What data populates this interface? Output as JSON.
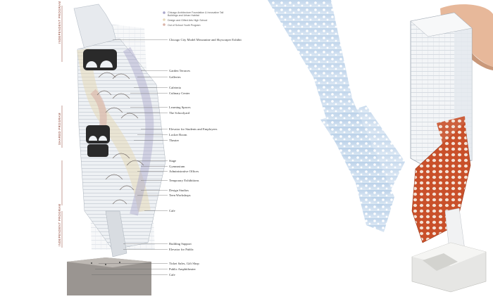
{
  "program_sections": [
    {
      "label": "INDEPENDENT PROGRAM"
    },
    {
      "label": "SHARED PROGRAM"
    },
    {
      "label": "INDEPENDENT PROGRAM"
    }
  ],
  "legend": [
    {
      "label": "Chicago Architecture Foundation & Innovative Tall Buildings and Urban Habitat",
      "color": "#a9a6c9"
    },
    {
      "label": "Design and Gifted Arts High School",
      "color": "#e6d9b8"
    },
    {
      "label": "Out of School Youth Program",
      "color": "#d9b3a8"
    }
  ],
  "callouts": [
    {
      "text": "Chicago City Model Mezzanine and Skyscraper Exhibit"
    },
    {
      "text": "Garden Terraces"
    },
    {
      "text": "Galleries"
    },
    {
      "text": "Cafeteria"
    },
    {
      "text": "Culinary Center"
    },
    {
      "text": "Learning Spaces"
    },
    {
      "text": "The Schoolyard"
    },
    {
      "text": "Elevator for Students and Employees"
    },
    {
      "text": "Locker Room"
    },
    {
      "text": "Theater"
    },
    {
      "text": "Stage"
    },
    {
      "text": "Gymnasium"
    },
    {
      "text": "Administrative Offices"
    },
    {
      "text": "Temporary Exhibitions"
    },
    {
      "text": "Design Studios"
    },
    {
      "text": "Teen Workshops"
    },
    {
      "text": "Cafe"
    },
    {
      "text": "Building Support"
    },
    {
      "text": "Elevator for Public"
    },
    {
      "text": "Ticket Sales, Gift Shop"
    },
    {
      "text": "Public Amphitheater"
    },
    {
      "text": "Cafe"
    }
  ],
  "colors": {
    "program_accent": "#8a3b2b",
    "model_orange": "#c9502a",
    "glass": "#dfe6ef",
    "shadow": "#a9c4e0",
    "plinth": "#9a9591"
  }
}
